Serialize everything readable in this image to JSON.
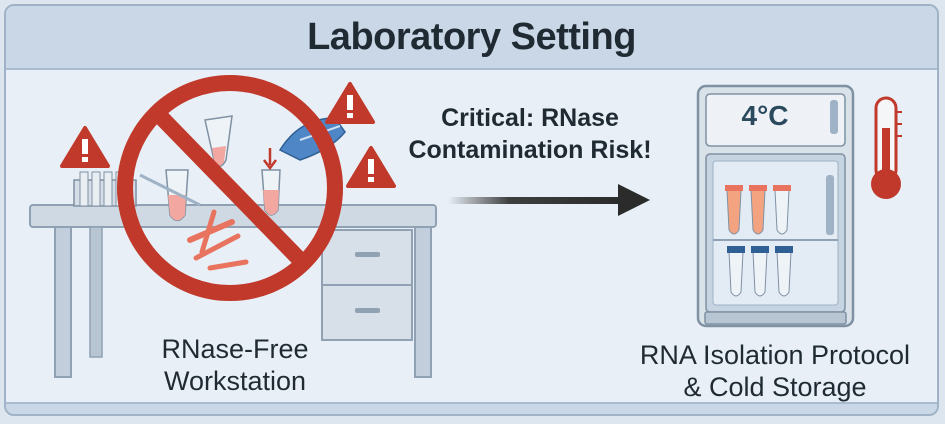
{
  "header": {
    "title": "Laboratory Setting"
  },
  "workstation": {
    "label_line1": "RNase-Free",
    "label_line2": "Workstation"
  },
  "warning": {
    "line1": "Critical: RNase",
    "line2": "Contamination Risk!"
  },
  "storage": {
    "temperature": "4°C",
    "label_line1": "RNA Isolation Protocol",
    "label_line2": "& Cold Storage"
  },
  "icons": [
    "warning-triangle-icon",
    "prohibition-icon",
    "arrow-right-icon",
    "thermometer-icon",
    "fridge-icon"
  ],
  "colors": {
    "prohibition_red": "#c0392b",
    "warning_red": "#c0392b",
    "arrow": "#2b2b2b",
    "thermometer": "#c0392b"
  }
}
